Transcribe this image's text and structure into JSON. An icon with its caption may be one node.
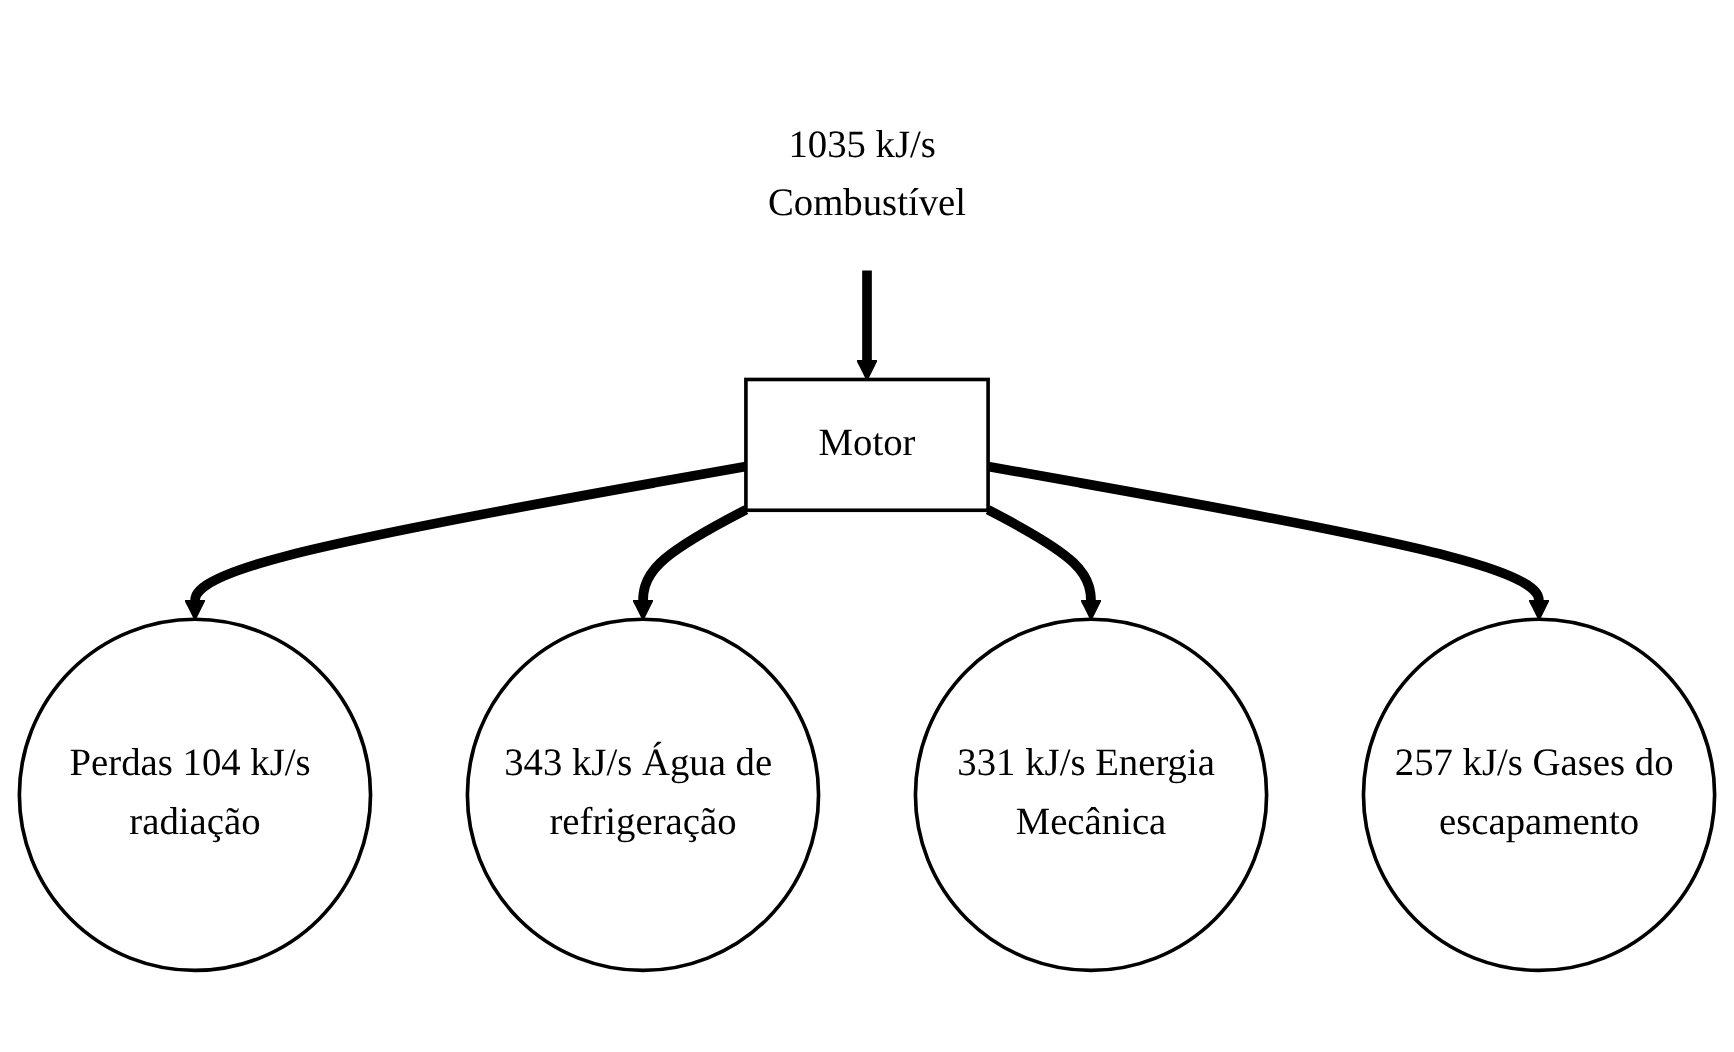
{
  "diagram": {
    "nodes": [
      {
        "text": [
          "Perdas 104 kJ/s radiação"
        ]
      },
      {
        "text": [
          "1035 kJ/s Combustível"
        ]
      },
      {
        "text": [
          "Motor"
        ]
      },
      {
        "text": [
          "343 kJ/s Água de refrigeração"
        ]
      },
      {
        "text": [
          "331 kJ/s Energia Mecânica"
        ]
      },
      {
        "text": [
          "257 kJ/s Gases do escapamento"
        ]
      }
    ],
    "edges": [
      {
        "from": 1,
        "to": 2,
        "arrow": "to"
      },
      {
        "from": 2,
        "to": 0,
        "arrow": "to"
      },
      {
        "from": 2,
        "to": 3,
        "arrow": "to"
      },
      {
        "from": 2,
        "to": 4,
        "arrow": "to"
      },
      {
        "from": 2,
        "to": 5,
        "arrow": "to"
      }
    ]
  }
}
